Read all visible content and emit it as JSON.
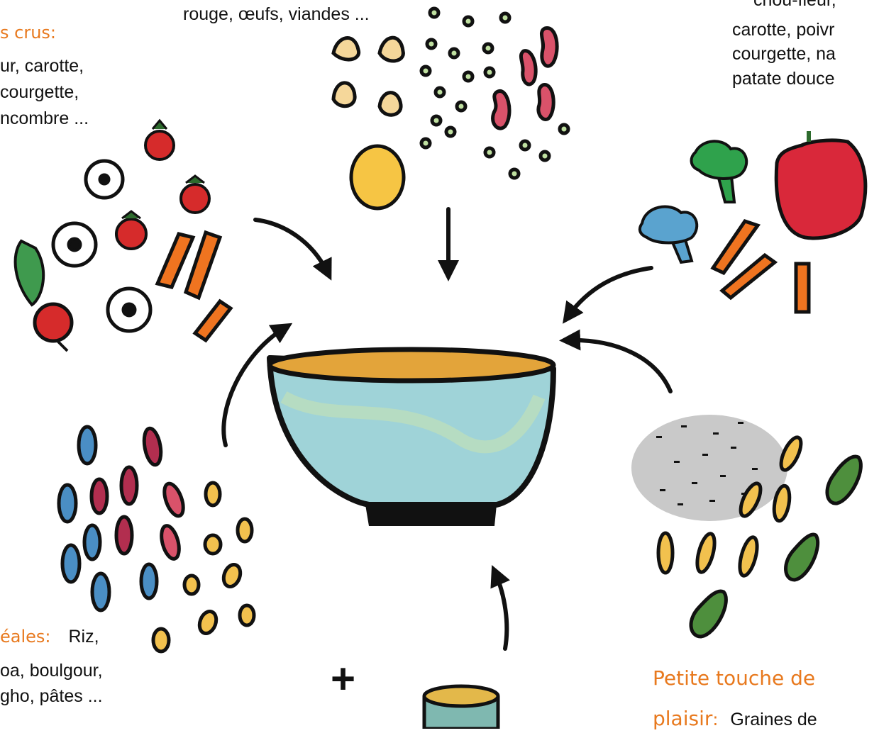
{
  "colors": {
    "hand_label": "#e8791e",
    "ink": "#111111",
    "bowl_water": "#9fd3d8",
    "broth": "#e3a43a",
    "tomato": "#d62b2b",
    "carrot": "#ef7420",
    "leaf_green": "#3f9a4e",
    "pepper_red": "#d9283a",
    "broccoli_green": "#2fa24c",
    "cauliflower_blue": "#5aa3cf",
    "seed_grey": "#c9c9c9",
    "pumpkin_seed_green": "#4e8f3d",
    "grain_blue": "#4a8ec4",
    "grain_red": "#b22e4f",
    "grain_yellow": "#f2c14e"
  },
  "top_center": {
    "text": "rouge, œufs, viandes ..."
  },
  "top_right": {
    "lines": [
      "chou-fleur,",
      "carotte, poivr",
      "courgette, na",
      "patate douce"
    ]
  },
  "left_top": {
    "label": "s crus",
    "label_colon": ":",
    "lines": [
      "ur, carotte,",
      "courgette,",
      "ncombre ..."
    ]
  },
  "left_bottom": {
    "label": "éales",
    "label_colon": ":",
    "first_word": "Riz,",
    "lines": [
      "oa, boulgour,",
      "gho, pâtes ..."
    ]
  },
  "bottom_right": {
    "label_line1": "Petite touche de",
    "label_line2": "plaisir",
    "label_colon": ":",
    "text": "Graines de"
  },
  "plus_sign": "+",
  "icons": [
    "bowl-icon",
    "tomato-icon",
    "cucumber-slice-icon",
    "carrot-stick-icon",
    "radish-icon",
    "chickpea-icon",
    "lentil-icon",
    "egg-yolk-icon",
    "kidney-bean-icon",
    "broccoli-icon",
    "cauliflower-icon",
    "red-pepper-icon",
    "seed-pile-icon",
    "pumpkin-seed-icon",
    "grain-icon",
    "butter-dish-icon",
    "arrow-icon"
  ]
}
